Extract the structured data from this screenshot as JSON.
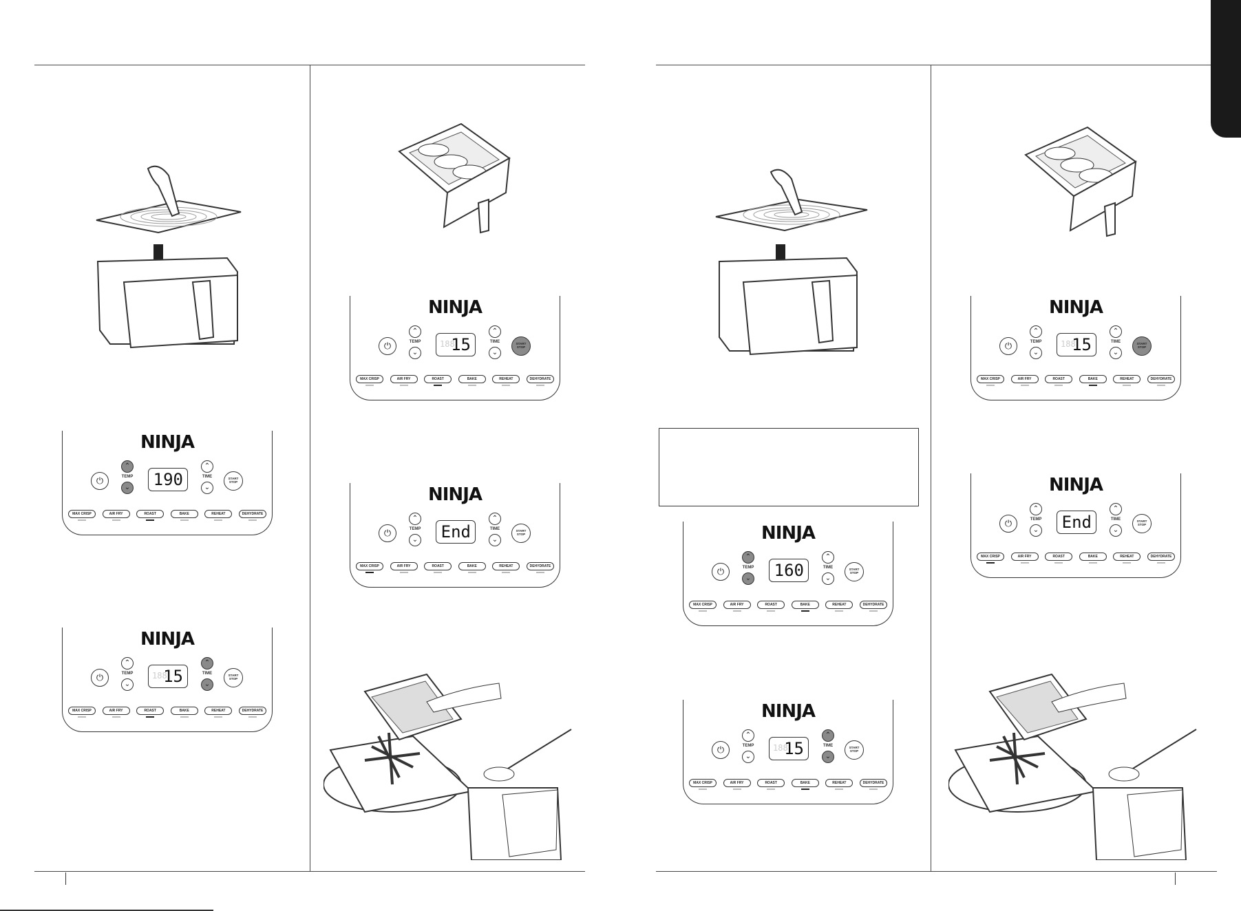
{
  "brand": "NINJA",
  "power_icon": "power-icon",
  "labels": {
    "temp": "TEMP",
    "time": "TIME",
    "start": "START",
    "stop": "STOP"
  },
  "functions": [
    "MAX CRISP",
    "AIR FRY",
    "ROAST",
    "BAKE",
    "REHEAT",
    "DEHYDRATE"
  ],
  "panels": [
    {
      "display": "190",
      "ghost": "",
      "temp_hl": true,
      "time_hl": false,
      "start_hl": false,
      "active_func": 2
    },
    {
      "display": "15",
      "ghost": "188",
      "temp_hl": false,
      "time_hl": true,
      "start_hl": false,
      "active_func": 2
    },
    {
      "display": "15",
      "ghost": "188",
      "temp_hl": false,
      "time_hl": false,
      "start_hl": true,
      "active_func": 2
    },
    {
      "display": "End",
      "ghost": "",
      "temp_hl": false,
      "time_hl": false,
      "start_hl": false,
      "active_func": 0
    },
    {
      "display": "160",
      "ghost": "",
      "temp_hl": true,
      "time_hl": false,
      "start_hl": false,
      "active_func": 3
    },
    {
      "display": "15",
      "ghost": "188",
      "temp_hl": false,
      "time_hl": true,
      "start_hl": false,
      "active_func": 3
    },
    {
      "display": "15",
      "ghost": "188",
      "temp_hl": false,
      "time_hl": false,
      "start_hl": true,
      "active_func": 3
    },
    {
      "display": "End",
      "ghost": "",
      "temp_hl": false,
      "time_hl": false,
      "start_hl": false,
      "active_func": 0
    }
  ],
  "colors": {
    "highlight": "#8a8a8a",
    "line": "#333333",
    "tab": "#1a1a1a"
  }
}
